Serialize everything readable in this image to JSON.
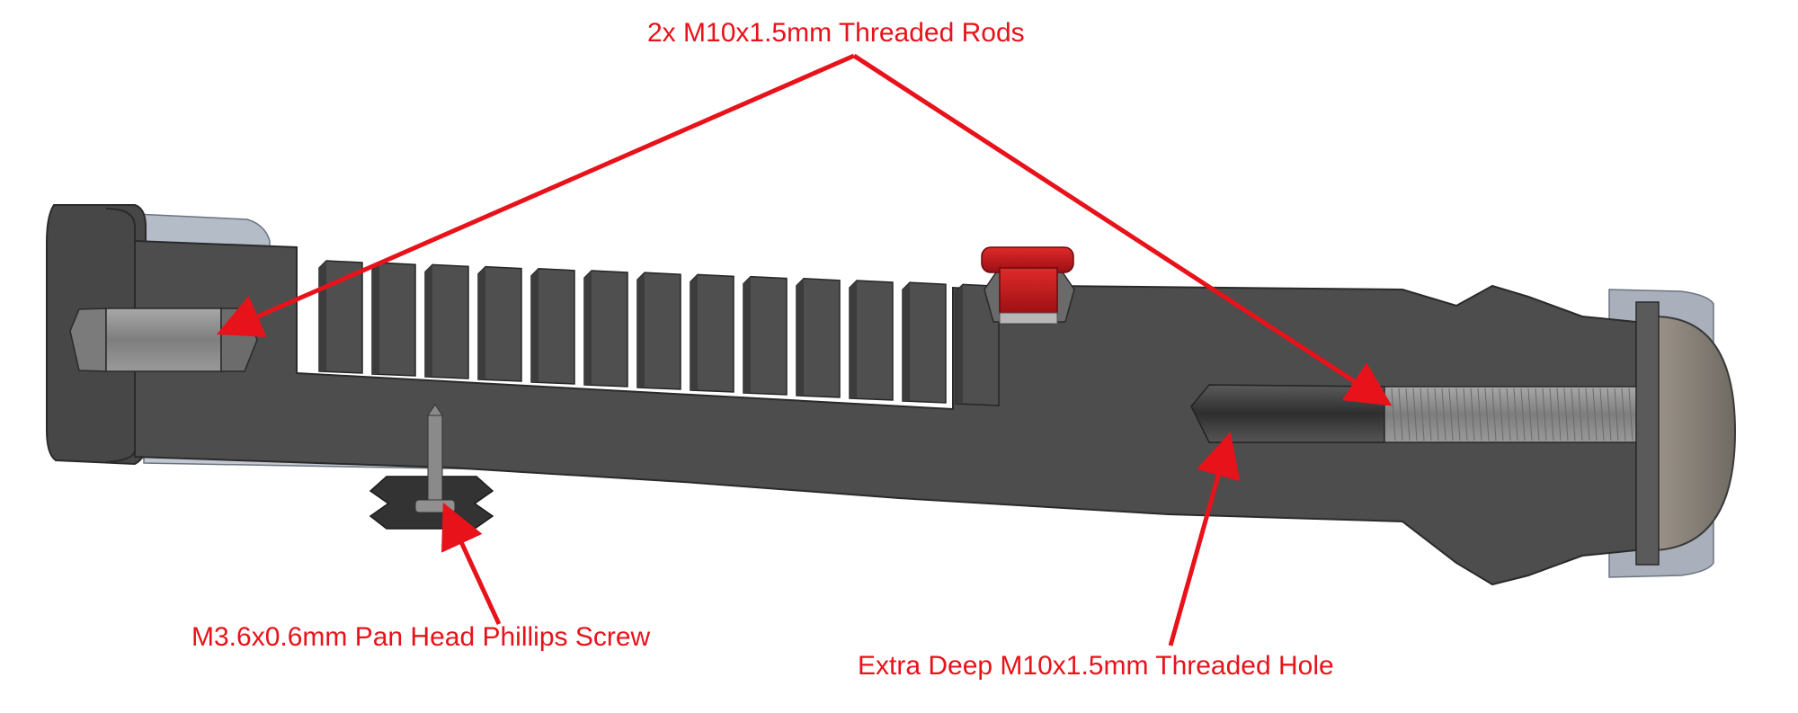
{
  "callouts": {
    "threaded_rods": "2x M10x1.5mm Threaded Rods",
    "screw": "M3.6x0.6mm Pan Head Phillips Screw",
    "threaded_hole": "Extra Deep M10x1.5mm Threaded Hole"
  },
  "colors": {
    "annotation": "#e8121a",
    "body": "#4d4d4d",
    "body_dark": "#333333",
    "rod": "#8a8a8a",
    "sleeve": "#b4bcc8",
    "red_button": "#c0151a",
    "cap": "#8c8478"
  }
}
